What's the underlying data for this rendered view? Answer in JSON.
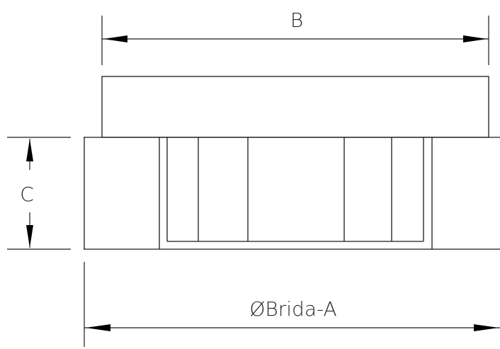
{
  "diagram": {
    "labels": {
      "width_b": "B",
      "height_c": "C",
      "flange_a": "ØBrida-A"
    },
    "colors": {
      "line": "#1a1a1a",
      "arrow": "#000000",
      "background": "#ffffff"
    }
  }
}
